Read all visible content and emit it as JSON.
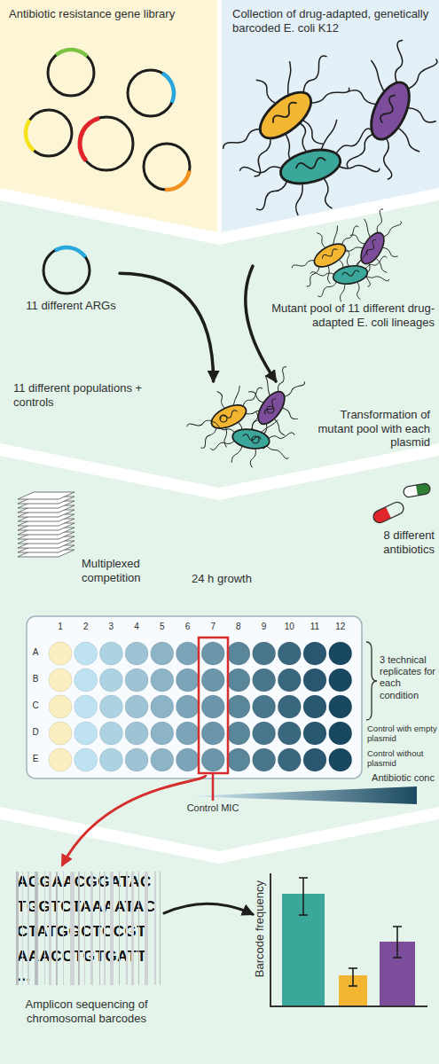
{
  "diagram": {
    "nodes": [
      {
        "text": [
          "Antibiotic resistance gene library"
        ]
      },
      {
        "text": [
          "Collection of drug-adapted, genetically barcoded E. coli K12"
        ]
      },
      {
        "text": [
          "11 different ARGs"
        ]
      },
      {
        "text": [
          "Mutant pool of 11 different drug-adapted E. coli lineages"
        ]
      },
      {
        "text": [
          "11 different populations + controls",
          "Transformation of mutant pool with each plasmid"
        ]
      },
      {
        "text": [
          "ACGAACGGATAC",
          "TGGTCTAAAATAC",
          "CTATGGCTCCGT",
          "AAACCTGTGATT",
          "...",
          "Amplicon sequencing of chromosomal barcodes"
        ]
      },
      {
        "text": [
          "Barcode frequency"
        ]
      }
    ],
    "edges": [
      {
        "from": 2,
        "to": 4,
        "arrow": "to"
      },
      {
        "from": 3,
        "to": 4,
        "arrow": "to"
      },
      {
        "from": 5,
        "to": 6,
        "arrow": "to"
      }
    ],
    "labels": [
      "Multiplexed competition",
      "8 different antibiotics",
      "24 h growth",
      "1",
      "2",
      "3",
      "4",
      "5",
      "6",
      "7",
      "8",
      "9",
      "10",
      "11",
      "12",
      "A",
      "B",
      "C",
      "D",
      "E",
      "3 technical replicates for each condition",
      "Control with empty plasmid",
      "Control without plasmid",
      "Antibiotic conc",
      "Control MIC"
    ]
  }
}
